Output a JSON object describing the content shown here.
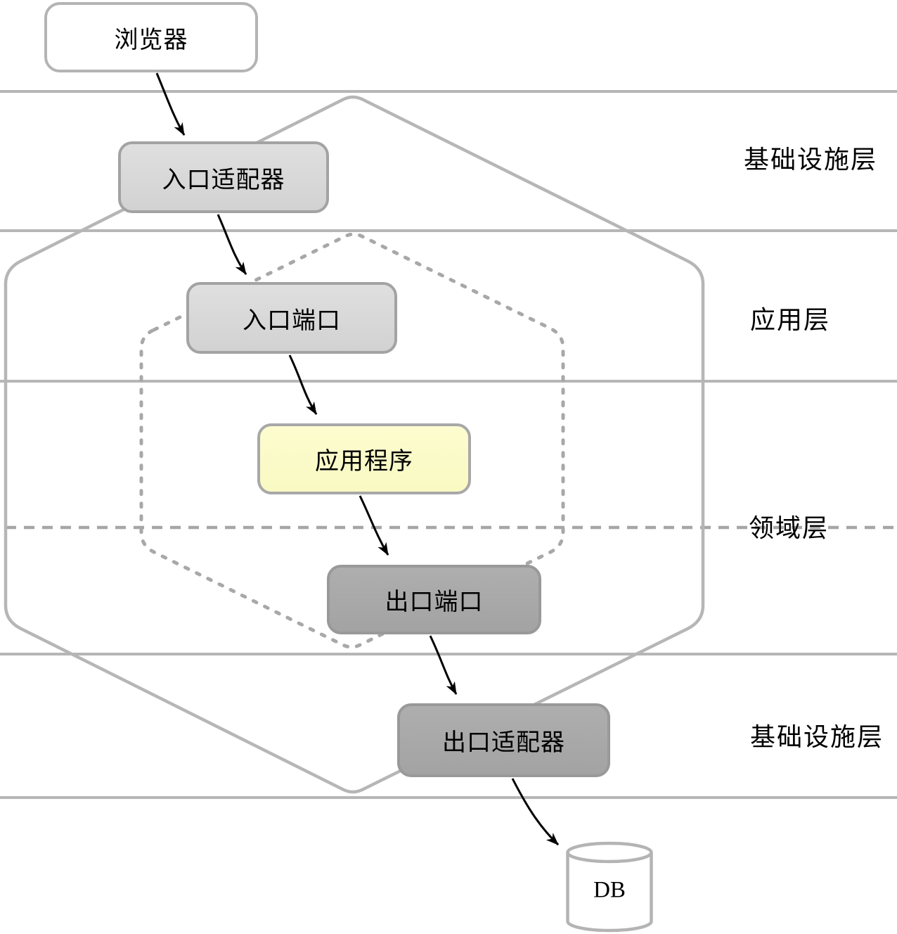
{
  "nodes": {
    "browser": "浏览器",
    "inbound_adapter": "入口适配器",
    "inbound_port": "入口端口",
    "application": "应用程序",
    "outbound_port": "出口端口",
    "outbound_adapter": "出口适配器",
    "db": "DB"
  },
  "layers": {
    "infrastructure_top": "基础设施层",
    "application": "应用层",
    "domain": "领域层",
    "infrastructure_bottom": "基础设施层"
  },
  "colors": {
    "layer_line": "#b6b6b6",
    "hexagon_outer": "#b6b6b6",
    "hexagon_inner_dotted": "#a8a8a8",
    "domain_dashed_line": "#a6a6a6",
    "node_light_fill": "#d9d9d9",
    "node_yellow_fill": "#fbfbc9",
    "node_dark_fill": "#a9a9a9",
    "node_white_fill": "#ffffff",
    "node_border": "#a3a3a3",
    "arrow": "#000000",
    "text": "#000000"
  }
}
